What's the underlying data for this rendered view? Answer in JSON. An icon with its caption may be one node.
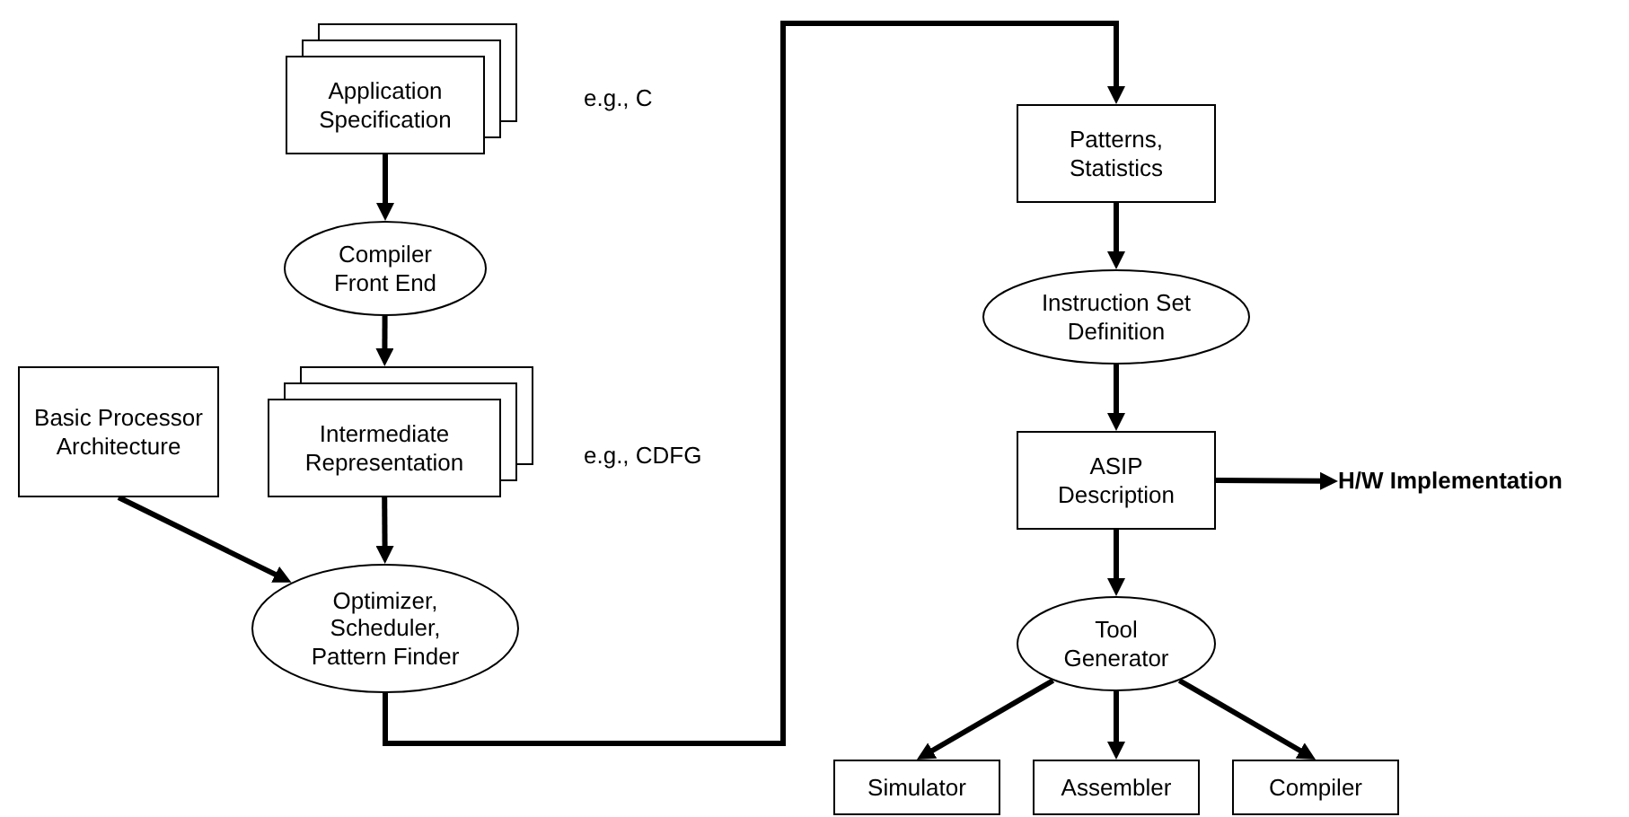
{
  "diagram": {
    "nodes": [
      {
        "text": [
          "Application Specification"
        ],
        "beside": [
          "e.g., C"
        ]
      },
      {
        "text": [
          "Compiler Front End"
        ]
      },
      {
        "text": [
          "Intermediate Representation"
        ],
        "beside": [
          "e.g., CDFG"
        ]
      },
      {
        "text": [
          "Basic Processor Architecture"
        ]
      },
      {
        "text": [
          "Optimizer, Scheduler, Pattern Finder"
        ]
      },
      {
        "text": [
          "Patterns, Statistics"
        ]
      },
      {
        "text": [
          "Instruction Set Definition"
        ]
      },
      {
        "text": [
          "ASIP Description"
        ]
      },
      {
        "text": [
          "H/W Implementation"
        ]
      },
      {
        "text": [
          "Tool Generator"
        ]
      },
      {
        "text": [
          "Simulator"
        ]
      },
      {
        "text": [
          "Assembler"
        ]
      },
      {
        "text": [
          "Compiler"
        ]
      }
    ],
    "edges": [
      {
        "from": 0,
        "to": 1,
        "arrow": "to"
      },
      {
        "from": 1,
        "to": 2,
        "arrow": "to"
      },
      {
        "from": 3,
        "to": 4,
        "arrow": "to"
      },
      {
        "from": 2,
        "to": 4,
        "arrow": "to"
      },
      {
        "from": 4,
        "to": 5,
        "arrow": "to"
      },
      {
        "from": 5,
        "to": 6,
        "arrow": "to"
      },
      {
        "from": 6,
        "to": 7,
        "arrow": "to"
      },
      {
        "from": 7,
        "to": 8,
        "arrow": "to"
      },
      {
        "from": 7,
        "to": 9,
        "arrow": "to"
      },
      {
        "from": 9,
        "to": 10,
        "arrow": "to"
      },
      {
        "from": 9,
        "to": 11,
        "arrow": "to"
      },
      {
        "from": 9,
        "to": 12,
        "arrow": "to"
      }
    ]
  }
}
